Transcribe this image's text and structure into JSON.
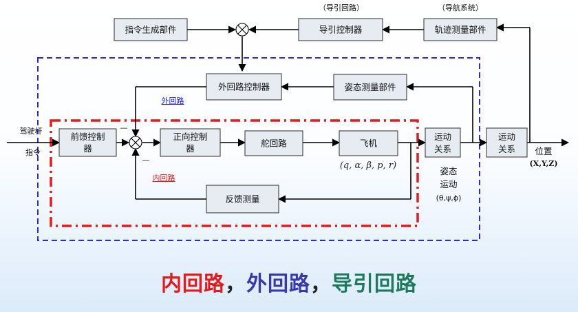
{
  "blocks": {
    "command_gen": "指令生成部件",
    "guidance_ctrl": "导引控制器",
    "traj_measure": "轨迹测量部件",
    "outer_ctrl": "外回路控制器",
    "attitude_measure": "姿态测量部件",
    "feedforward": [
      "前馈控制",
      "器"
    ],
    "forward_ctrl": [
      "正向控制",
      "器"
    ],
    "rudder_loop": "舵回路",
    "aircraft": "飞机",
    "feedback_measure": "反馈测量",
    "motion_rel_1": [
      "运动",
      "关系"
    ],
    "motion_rel_2": [
      "运动",
      "关系"
    ]
  },
  "labels": {
    "guidance_loop": "（导引回路）",
    "nav_system": "（导航系统）",
    "outer_loop": "外回路",
    "inner_loop": "内回路",
    "stick_cmd_1": "驾驶杆",
    "stick_cmd_2": "指令",
    "aircraft_states": "(q, α, β, p, r)",
    "attitude_motion_1": "姿态",
    "attitude_motion_2": "运动",
    "attitude_angles": "(θ,ψ,ϕ)",
    "position": "位置",
    "position_coords": "(X,Y,Z)",
    "minus_1": "—",
    "minus_2": "—"
  },
  "caption": {
    "inner": "内回路",
    "sep1": "，",
    "outer": "外回路",
    "sep2": "，",
    "guidance": "导引回路"
  },
  "colors": {
    "inner_loop": "#e31b1b",
    "outer_loop": "#2b2bd6",
    "guidance_caption": "#1d7a5c",
    "outer_caption": "#3a39a8"
  }
}
